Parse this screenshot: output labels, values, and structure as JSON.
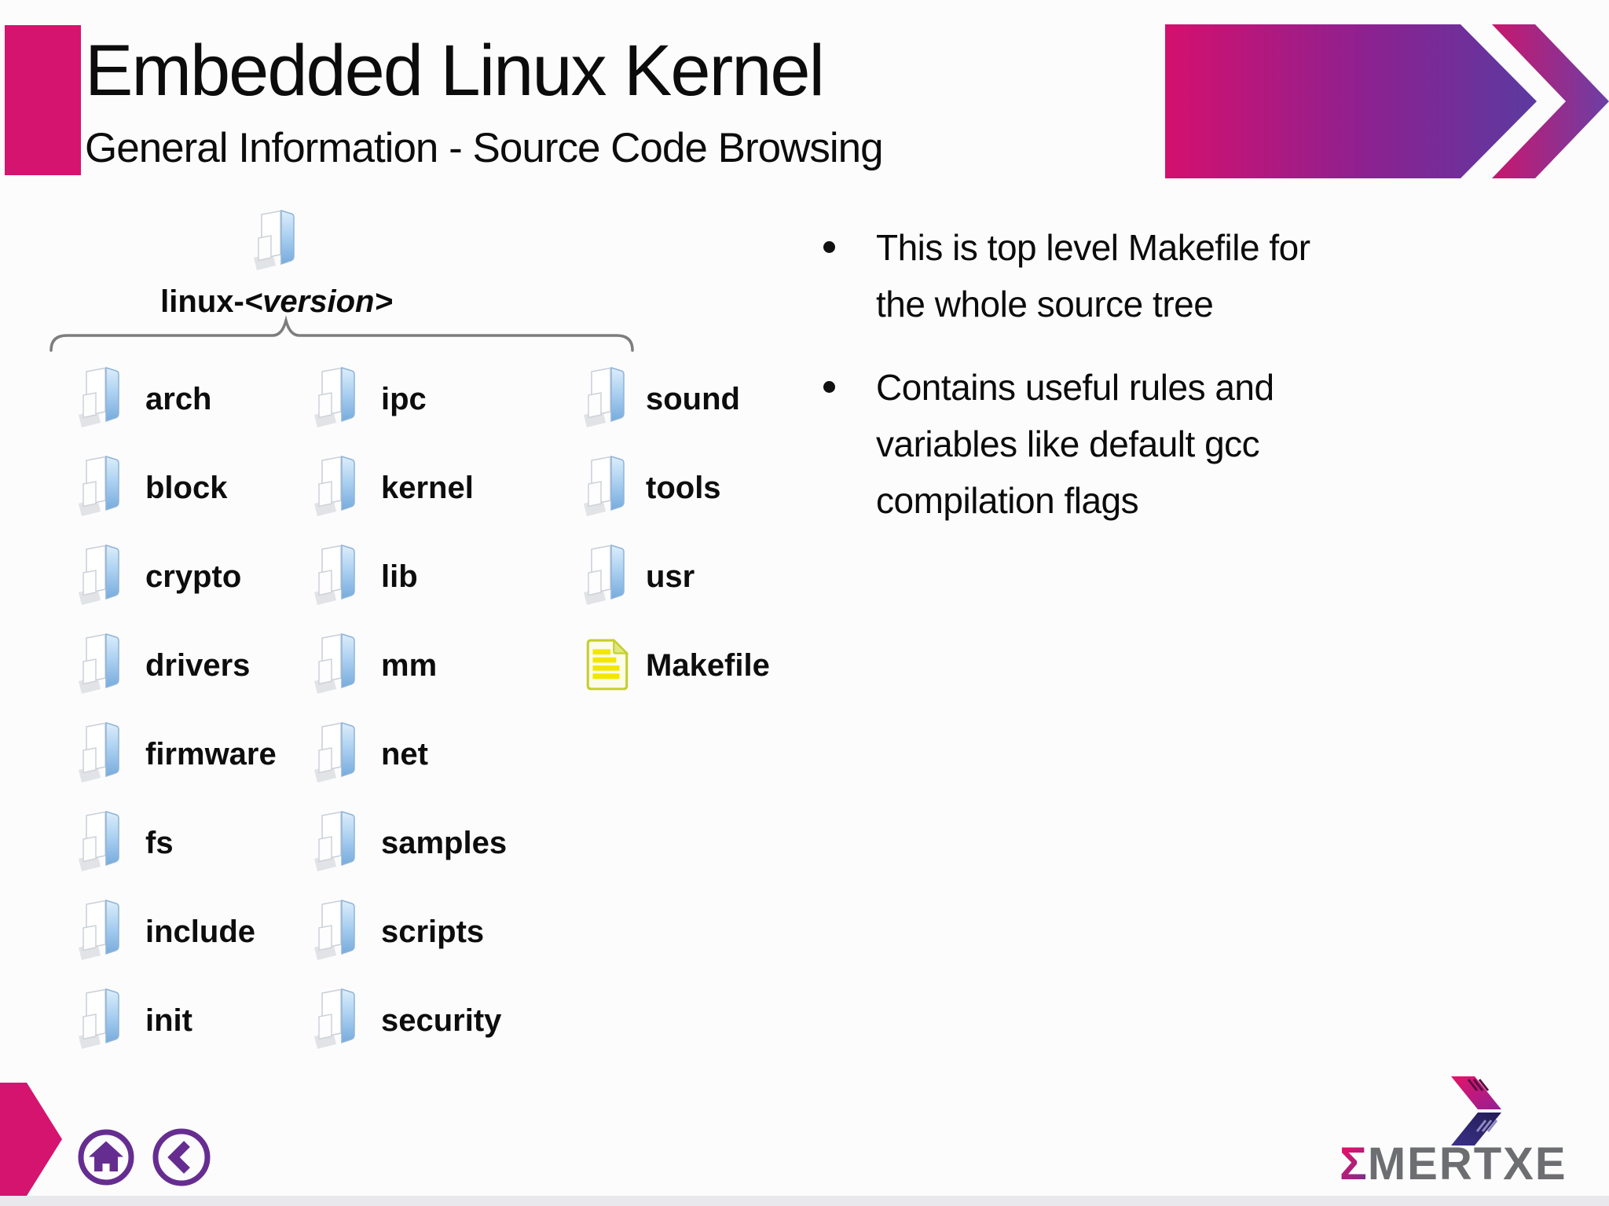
{
  "slide": {
    "title": "Embedded Linux Kernel",
    "subtitle": "General Information - Source Code Browsing"
  },
  "tree": {
    "root": {
      "prefix": "linux-",
      "version": "<version>",
      "icon": "folder-icon"
    },
    "columns": [
      {
        "items": [
          {
            "label": "arch",
            "icon": "folder-icon"
          },
          {
            "label": "block",
            "icon": "folder-icon"
          },
          {
            "label": "crypto",
            "icon": "folder-icon"
          },
          {
            "label": "drivers",
            "icon": "folder-icon"
          },
          {
            "label": "firmware",
            "icon": "folder-icon"
          },
          {
            "label": "fs",
            "icon": "folder-icon"
          },
          {
            "label": "include",
            "icon": "folder-icon"
          },
          {
            "label": "init",
            "icon": "folder-icon"
          }
        ]
      },
      {
        "items": [
          {
            "label": "ipc",
            "icon": "folder-icon"
          },
          {
            "label": "kernel",
            "icon": "folder-icon"
          },
          {
            "label": "lib",
            "icon": "folder-icon"
          },
          {
            "label": "mm",
            "icon": "folder-icon"
          },
          {
            "label": "net",
            "icon": "folder-icon"
          },
          {
            "label": "samples",
            "icon": "folder-icon"
          },
          {
            "label": "scripts",
            "icon": "folder-icon"
          },
          {
            "label": "security",
            "icon": "folder-icon"
          }
        ]
      },
      {
        "items": [
          {
            "label": "sound",
            "icon": "folder-icon"
          },
          {
            "label": "tools",
            "icon": "folder-icon"
          },
          {
            "label": "usr",
            "icon": "folder-icon"
          },
          {
            "label": "Makefile",
            "icon": "file-icon"
          }
        ]
      }
    ]
  },
  "bullets": {
    "items": [
      {
        "text": "This is top level Makefile for\nthe whole source tree"
      },
      {
        "text": "Contains useful rules and\nvariables like default gcc\ncompilation flags"
      }
    ]
  },
  "nav": {
    "home_icon": "home-icon",
    "back_icon": "back-icon"
  },
  "logo": {
    "sigma": "Σ",
    "name": "MERTXE"
  },
  "colors": {
    "accent_pink": "#d4146f",
    "header_gradient_start": "#d4106e",
    "header_gradient_end": "#5b3aa0",
    "nav_purple": "#662d91",
    "folder_blue": "#8fbbe8",
    "makefile_yellow": "#f3e600",
    "makefile_border": "#c5ce2e",
    "logo_gray": "#6d6e71",
    "logo_navy": "#2b2566",
    "text": "#0b0b0b"
  }
}
